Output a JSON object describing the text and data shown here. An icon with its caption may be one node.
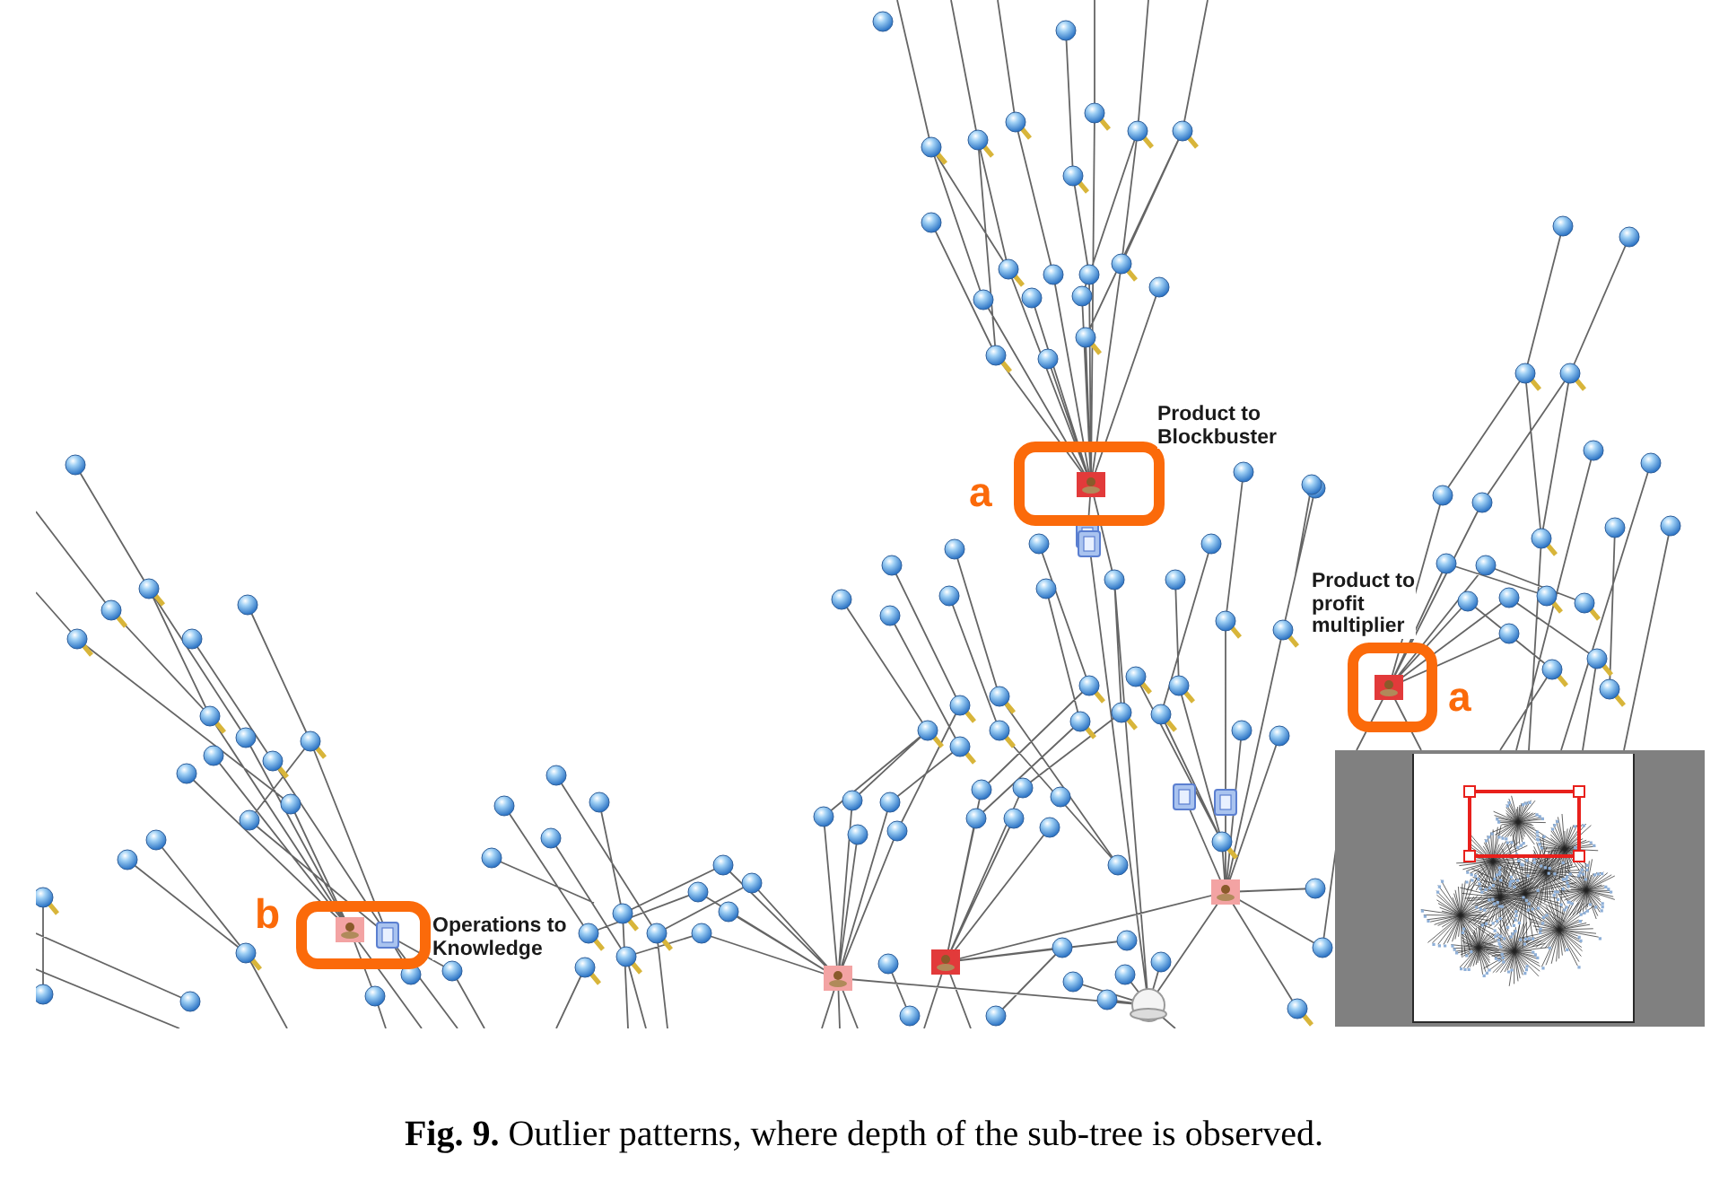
{
  "diagram": {
    "caption": "**Fig. 9.** Outlier patterns, where depth of the sub-tree is observed.",
    "nodes": [
      {
        "text": [
          "Product to Blockbuster"
        ],
        "beside": [
          "a"
        ]
      },
      {
        "text": [
          "Product to profit multiplier"
        ],
        "beside": [
          "a"
        ]
      },
      {
        "text": [
          "Operations to Knowledge"
        ],
        "beside": [
          "b"
        ]
      }
    ]
  }
}
